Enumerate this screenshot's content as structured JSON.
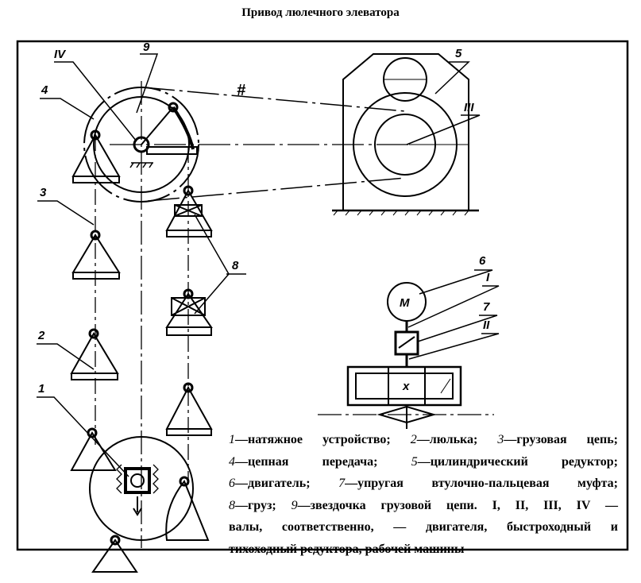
{
  "title": "Привод люлечного элеватора",
  "labels": {
    "shaft_iv": "IV",
    "sprocket": "9",
    "chain_drive": "4",
    "load_chain": "3",
    "cradle": "2",
    "tensioner": "1",
    "chain_mark": "#",
    "reducer": "5",
    "shaft_iii": "III",
    "motor": "6",
    "shaft_i": "I",
    "coupling": "7",
    "shaft_ii": "II",
    "load": "8",
    "motor_symbol": "M",
    "gear_symbol": "x"
  },
  "legend": {
    "items": [
      {
        "num": "1",
        "text": "—натяжное устройство;"
      },
      {
        "num": "2",
        "text": "—люлька;"
      },
      {
        "num": "3",
        "text": "—грузовая цепь;"
      },
      {
        "num": "4",
        "text": "—цепная передача;"
      },
      {
        "num": "5",
        "text": "—цилиндрический редуктор;"
      },
      {
        "num": "6",
        "text": "—двигатель;"
      },
      {
        "num": "7",
        "text": "—упругая втулочно-пальцевая муфта;"
      },
      {
        "num": "8",
        "text": "—груз;"
      },
      {
        "num": "9",
        "text": "—звездочка грузовой цепи. I, II, III, IV —"
      }
    ],
    "tail": [
      "валы, соответственно, — двигателя, быстроходный и",
      "тихоходный редуктора, рабочей машины"
    ]
  }
}
